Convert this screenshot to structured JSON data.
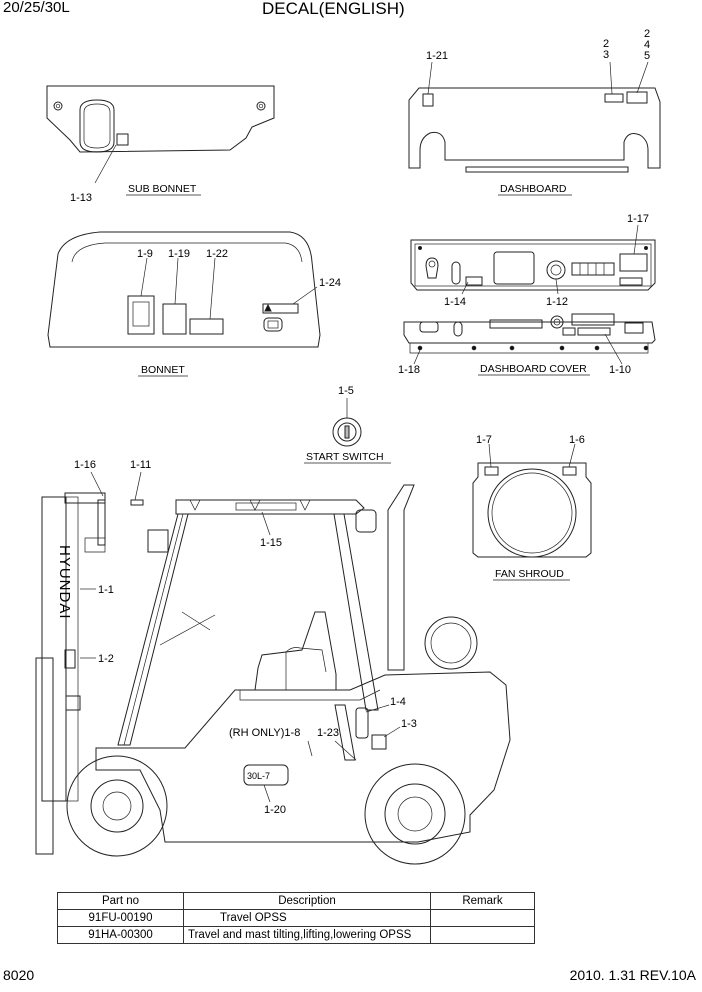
{
  "header": {
    "model": "20/25/30L",
    "title": "DECAL(ENGLISH)"
  },
  "labels": {
    "sub_bonnet": "SUB BONNET",
    "dashboard": "DASHBOARD",
    "bonnet": "BONNET",
    "dashboard_cover": "DASHBOARD COVER",
    "start_switch": "START SWITCH",
    "fan_shroud": "FAN SHROUD"
  },
  "callouts": {
    "c1_13": "1-13",
    "c1_21": "1-21",
    "c2a": "2",
    "c3": "3",
    "c2b": "2",
    "c4": "4",
    "c5": "5",
    "c1_9": "1-9",
    "c1_19": "1-19",
    "c1_22": "1-22",
    "c1_24": "1-24",
    "c1_17": "1-17",
    "c1_14": "1-14",
    "c1_12": "1-12",
    "c1_18": "1-18",
    "c1_10": "1-10",
    "c1_5": "1-5",
    "c1_7": "1-7",
    "c1_6": "1-6",
    "c1_16": "1-16",
    "c1_11": "1-11",
    "c1_15": "1-15",
    "c1_1": "1-1",
    "c1_2": "1-2",
    "c1_4": "1-4",
    "c1_3": "1-3",
    "c1_8": "(RH ONLY)1-8",
    "c1_23": "1-23",
    "c1_20": "1-20"
  },
  "mast_brand": "HYUNDAI",
  "counterweight_badge": "30L-7",
  "table": {
    "headers": [
      "Part no",
      "Description",
      "Remark"
    ],
    "rows": [
      [
        "91FU-00190",
        "Travel OPSS",
        ""
      ],
      [
        "91HA-00300",
        "Travel and mast tilting,lifting,lowering OPSS",
        ""
      ]
    ]
  },
  "footer": {
    "page": "8020",
    "date_rev": "2010. 1.31  REV.10A"
  }
}
